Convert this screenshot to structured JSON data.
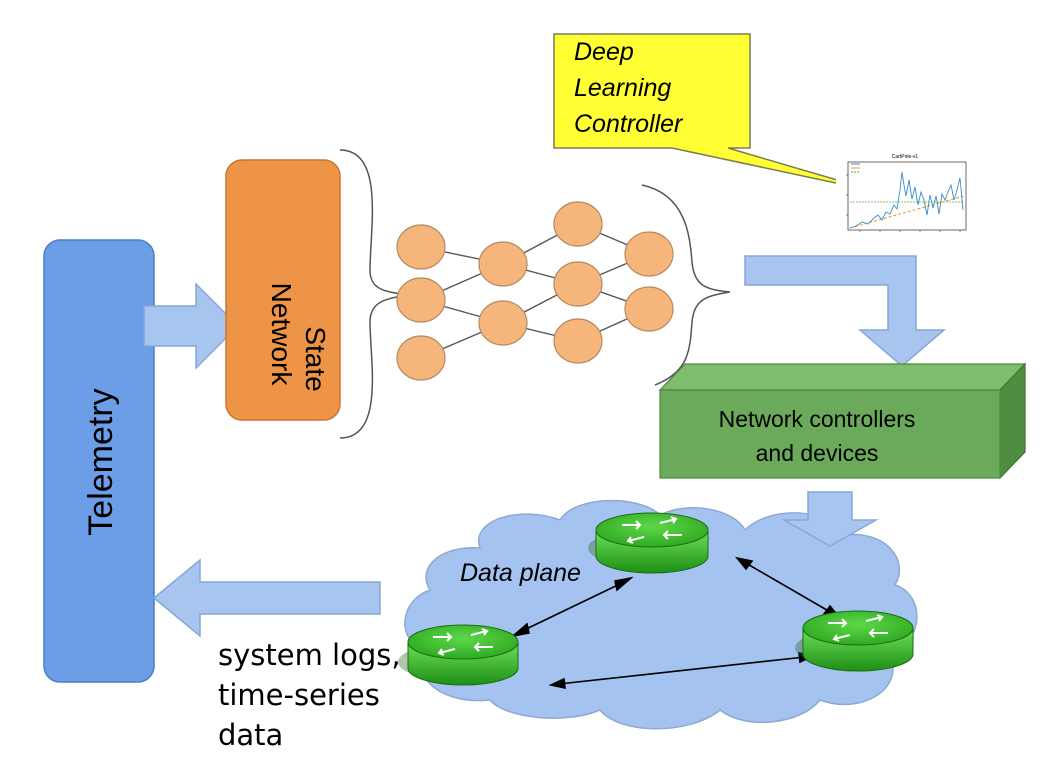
{
  "telemetry": {
    "label": "Telemetry",
    "color": "#6b9ee6"
  },
  "network_state": {
    "line1": "Network",
    "line2": "State",
    "color": "#ee9446"
  },
  "callout": {
    "line1": "Deep",
    "line2": "Learning",
    "line3": "Controller",
    "color": "#ffff33"
  },
  "mini_chart": {
    "title": "CartPole-v1"
  },
  "controllers": {
    "line1": "Network controllers",
    "line2": "and devices",
    "color": "#6aaa5a"
  },
  "data_plane": {
    "label": "Data plane"
  },
  "logs": {
    "line1": "system logs,",
    "line2": "time-series",
    "line3": "data"
  },
  "colors": {
    "arrow_fill": "#a8c5ef",
    "cloud_fill": "#a5c3f0",
    "neuron_fill": "#f6b57a",
    "router_green": "#33bb22"
  }
}
